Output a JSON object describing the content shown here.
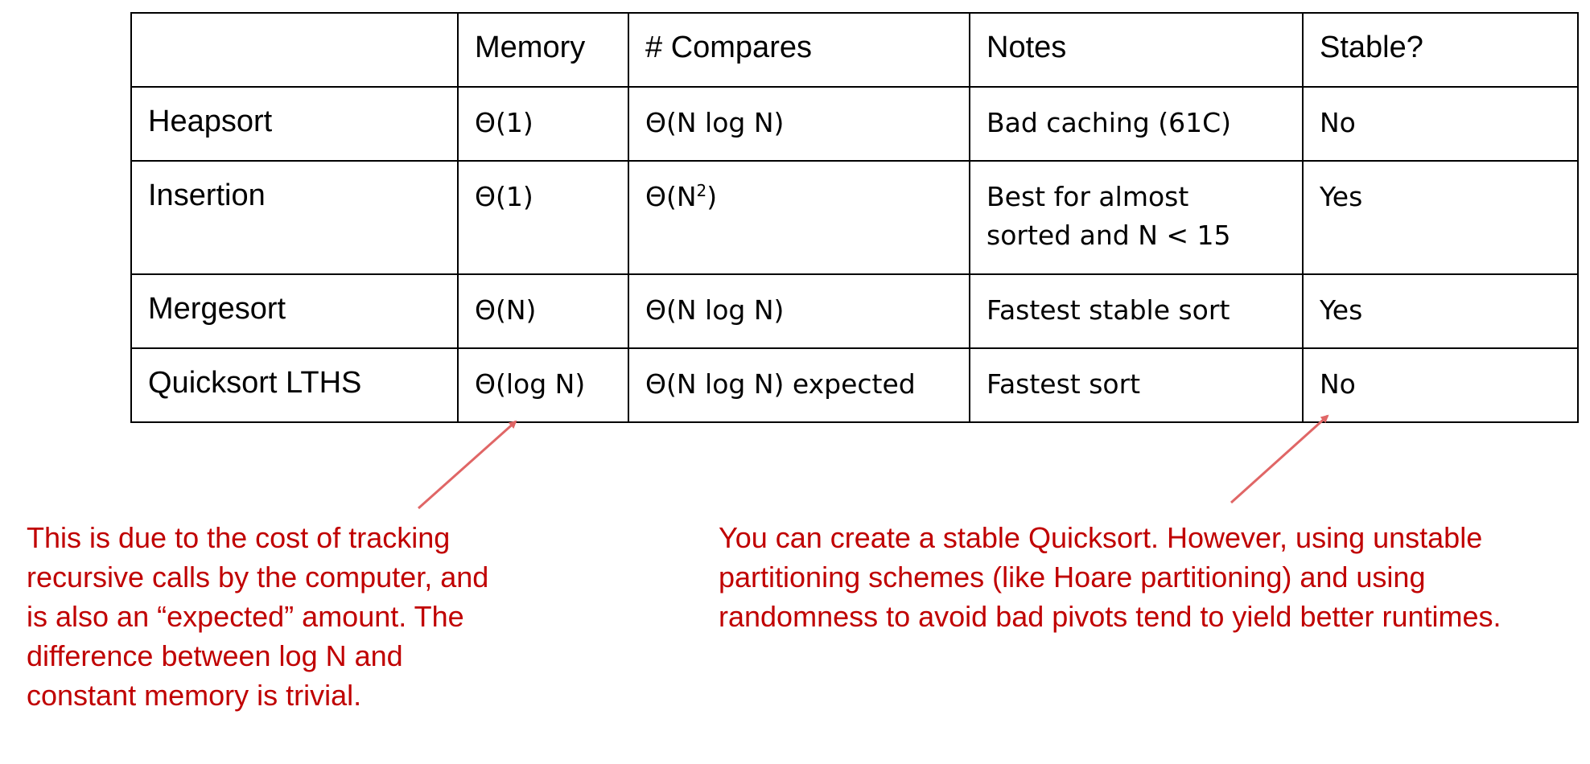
{
  "table": {
    "headers": [
      "",
      "Memory",
      "# Compares",
      "Notes",
      "Stable?"
    ],
    "rows": [
      {
        "name": "Heapsort",
        "memory": "Θ(1)",
        "compares": "Θ(N log N)",
        "compares_sup": "",
        "compares_suffix": "",
        "notes": [
          "Bad caching (61C)"
        ],
        "stable": "No"
      },
      {
        "name": "Insertion",
        "memory": "Θ(1)",
        "compares": "Θ(N",
        "compares_sup": "2",
        "compares_suffix": ")",
        "notes": [
          "Best for almost",
          "sorted and N < 15"
        ],
        "stable": "Yes"
      },
      {
        "name": "Mergesort",
        "memory": "Θ(N)",
        "compares": "Θ(N log N)",
        "compares_sup": "",
        "compares_suffix": "",
        "notes": [
          "Fastest stable sort"
        ],
        "stable": "Yes"
      },
      {
        "name": "Quicksort LTHS",
        "memory": "Θ(log N)",
        "compares": "Θ(N log N) expected",
        "compares_sup": "",
        "compares_suffix": "",
        "notes": [
          "Fastest sort"
        ],
        "stable": "No"
      }
    ]
  },
  "annotations": {
    "memory_note": "This is due to the cost of tracking recursive calls by the computer, and is also an “expected” amount. The difference between log N and constant memory is trivial.",
    "stability_note": "You can create a stable Quicksort. However, using unstable partitioning schemes (like Hoare partitioning) and using randomness to avoid bad pivots tend to yield better runtimes."
  },
  "colors": {
    "annotation_text": "#c00000",
    "arrow": "#e06666",
    "table_border": "#000000"
  }
}
